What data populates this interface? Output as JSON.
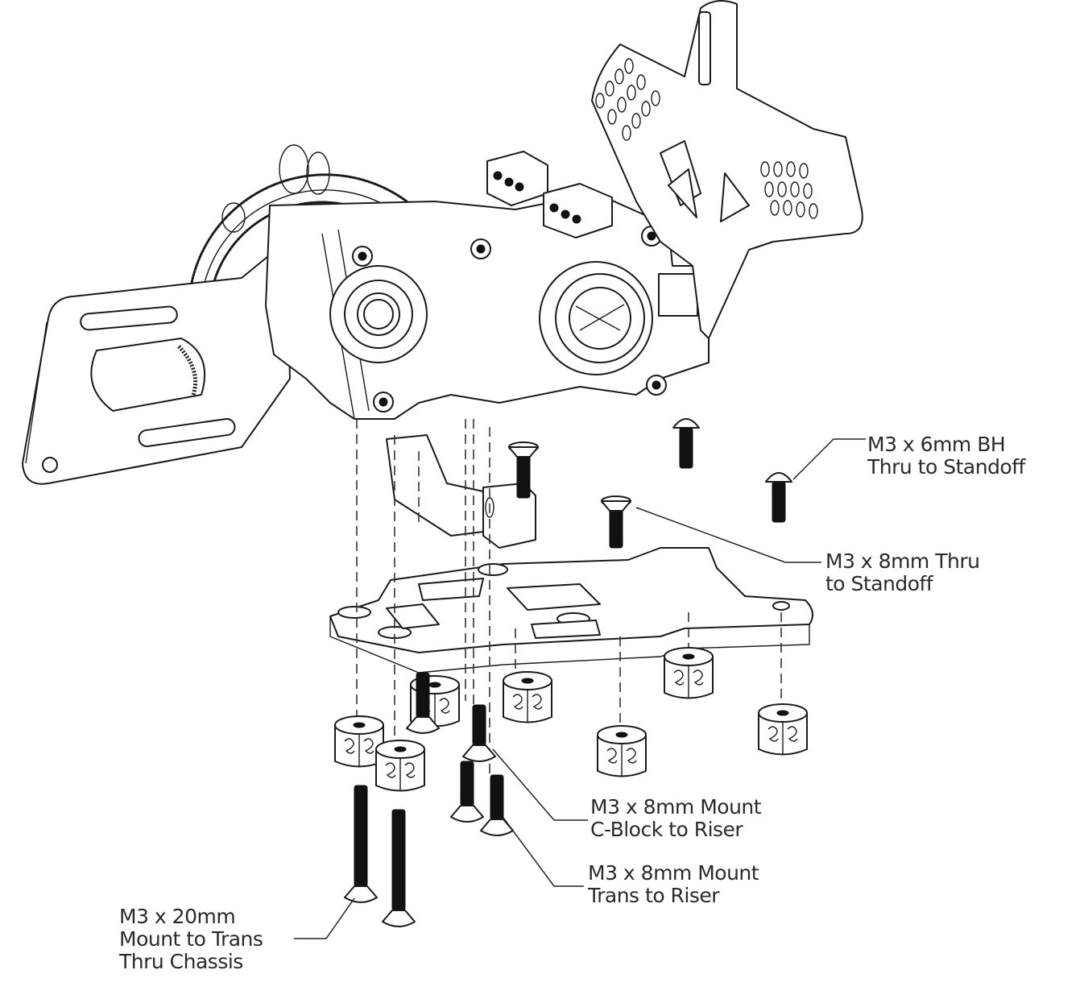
{
  "diagram": {
    "title": "Exploded assembly view - transmission mount, riser and standoffs",
    "callouts": [
      {
        "id": "m3x6-bh",
        "lines": [
          "M3 x 6mm BH",
          "Thru to Standoff"
        ]
      },
      {
        "id": "m3x8-thru",
        "lines": [
          "M3 x 8mm Thru",
          "to Standoff"
        ]
      },
      {
        "id": "m3x8-cblock",
        "lines": [
          "M3 x 8mm Mount",
          "C-Block to Riser"
        ]
      },
      {
        "id": "m3x8-trans",
        "lines": [
          "M3 x 8mm Mount",
          "Trans to Riser"
        ]
      },
      {
        "id": "m3x20",
        "lines": [
          "M3 x 20mm",
          "Mount to Trans",
          "Thru Chassis"
        ]
      }
    ],
    "parts": [
      "spur-gear",
      "motor-plate",
      "transmission-case",
      "shock-tower",
      "c-block",
      "riser-plate",
      "standoff",
      "screw"
    ],
    "standoff_count": 7,
    "colors": {
      "line": "#1a1a1a",
      "text": "#2a2a2a",
      "background": "#ffffff"
    }
  }
}
